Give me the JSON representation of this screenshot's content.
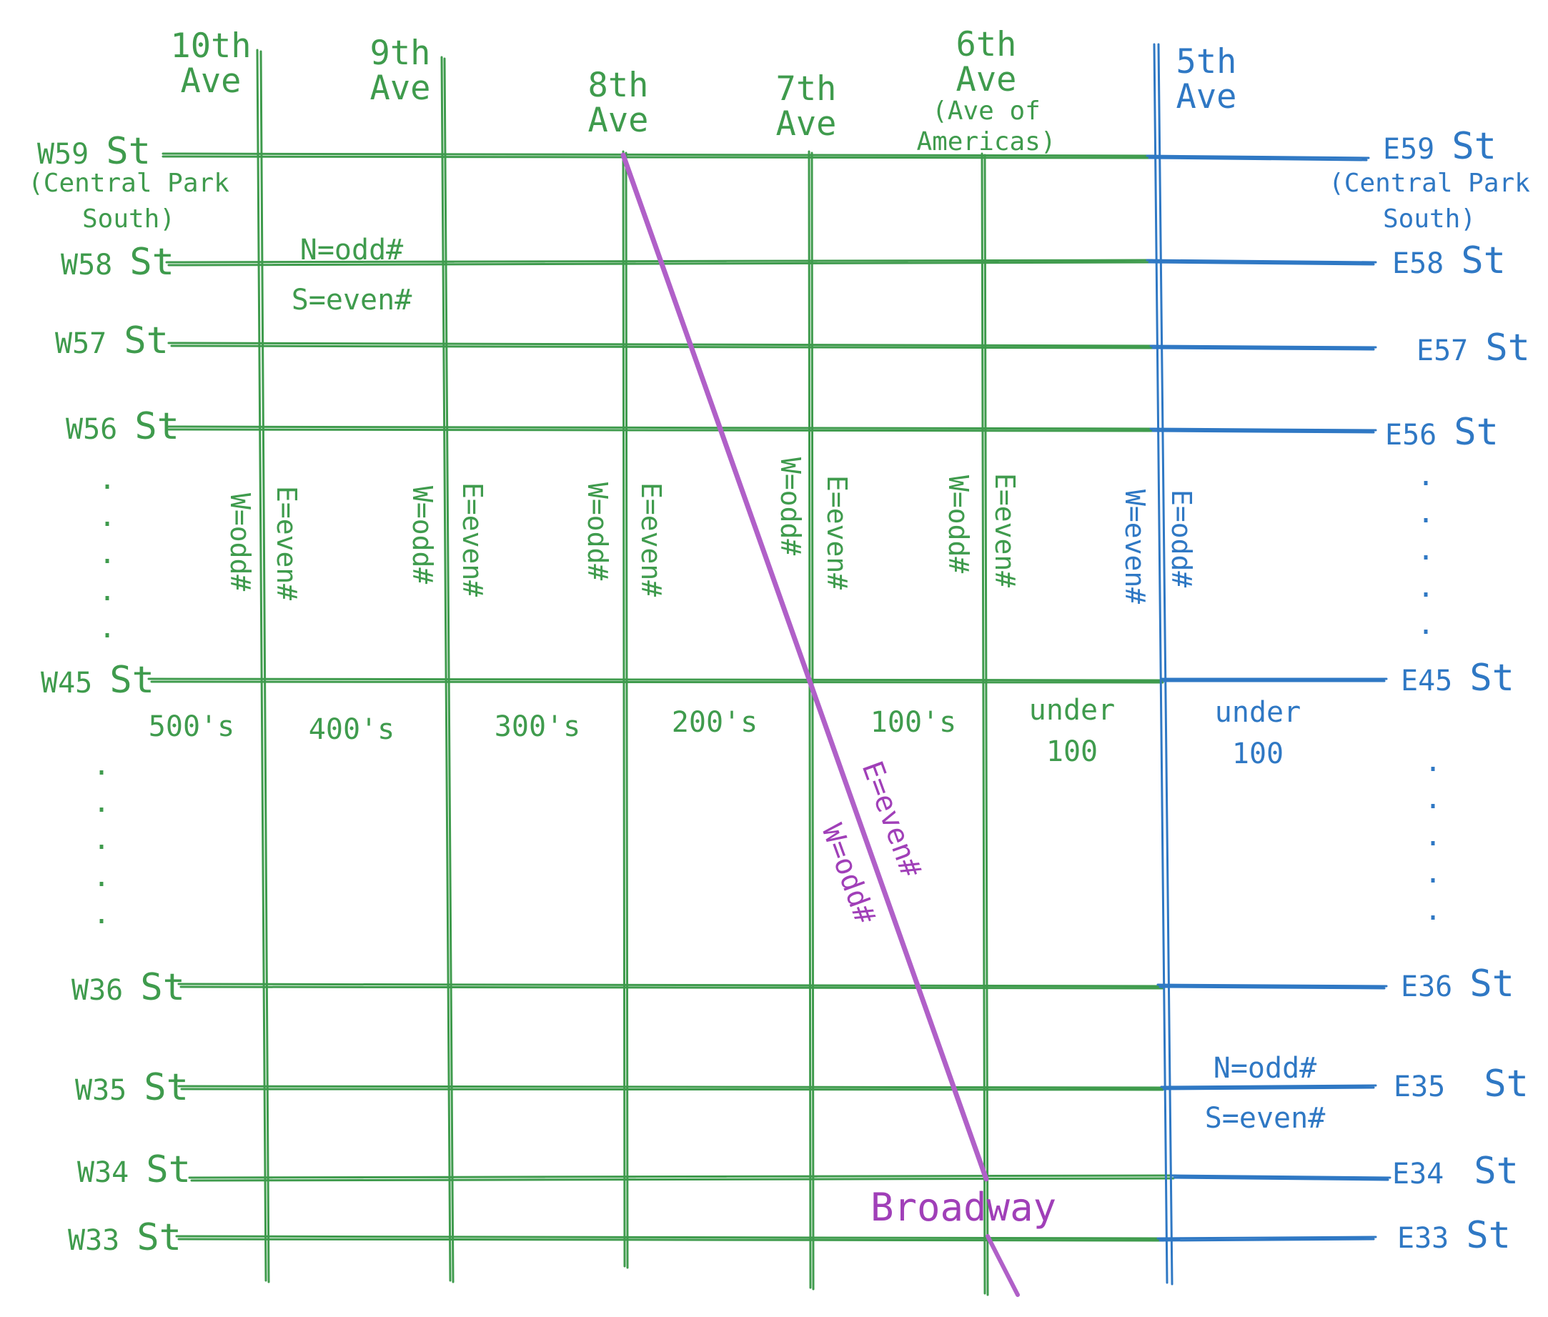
{
  "colors": {
    "west": "#3f9b4d",
    "east": "#2f78c4",
    "broadway": "#a03fb8"
  },
  "avenues": {
    "tenth": {
      "line1": "10th",
      "line2": "Ave"
    },
    "ninth": {
      "line1": "9th",
      "line2": "Ave"
    },
    "eighth": {
      "line1": "8th",
      "line2": "Ave"
    },
    "seventh": {
      "line1": "7th",
      "line2": "Ave"
    },
    "sixth": {
      "line1": "6th",
      "line2": "Ave",
      "line3": "(Ave of",
      "line4": "Americas)"
    },
    "fifth": {
      "line1": "5th",
      "line2": "Ave"
    }
  },
  "west_streets": {
    "w59": {
      "num": "W59",
      "st": "St",
      "alt1": "(Central Park",
      "alt2": "South)"
    },
    "w58": {
      "num": "W58",
      "st": "St"
    },
    "w57": {
      "num": "W57",
      "st": "St"
    },
    "w56": {
      "num": "W56",
      "st": "St"
    },
    "w45": {
      "num": "W45",
      "st": "St"
    },
    "w36": {
      "num": "W36",
      "st": "St"
    },
    "w35": {
      "num": "W35",
      "st": "St"
    },
    "w34": {
      "num": "W34",
      "st": "St"
    },
    "w33": {
      "num": "W33",
      "st": "St"
    }
  },
  "east_streets": {
    "e59": {
      "num": "E59",
      "st": "St",
      "alt1": "(Central Park",
      "alt2": "South)"
    },
    "e58": {
      "num": "E58",
      "st": "St"
    },
    "e57": {
      "num": "E57",
      "st": "St"
    },
    "e56": {
      "num": "E56",
      "st": "St"
    },
    "e45": {
      "num": "E45",
      "st": "St"
    },
    "e36": {
      "num": "E36",
      "st": "St"
    },
    "e35": {
      "num": "E35",
      "st": "St"
    },
    "e34": {
      "num": "E34",
      "st": "St"
    },
    "e33": {
      "num": "E33",
      "st": "St"
    }
  },
  "street_rules": {
    "west": {
      "north": "N=odd#",
      "south": "S=even#"
    },
    "east": {
      "north": "N=odd#",
      "south": "S=even#"
    }
  },
  "avenue_rules": {
    "tenth": {
      "west": "W=odd#",
      "east": "E=even#"
    },
    "ninth": {
      "west": "W=odd#",
      "east": "E=even#"
    },
    "eighth": {
      "west": "W=odd#",
      "east": "E=even#"
    },
    "seventh": {
      "west": "W=odd#",
      "east": "E=even#"
    },
    "sixth": {
      "west": "W=odd#",
      "east": "E=even#"
    },
    "fifth": {
      "west": "W=even#",
      "east": "E=odd#"
    }
  },
  "address_ranges": {
    "west_of_10th": "500's",
    "tenth_to_ninth": "400's",
    "ninth_to_eighth": "300's",
    "eighth_to_seventh": "200's",
    "seventh_to_sixth": "100's",
    "sixth_to_fifth": {
      "line1": "under",
      "line2": "100"
    },
    "east_of_fifth": {
      "line1": "under",
      "line2": "100"
    }
  },
  "broadway": {
    "name": "Broadway",
    "east_rule": "E=even#",
    "west_rule": "W=odd#"
  },
  "gap_marker": ".\n.\n.\n.\n."
}
